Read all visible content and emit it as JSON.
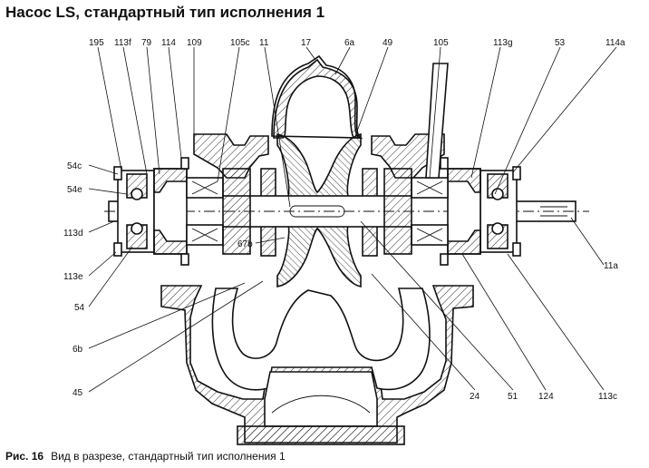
{
  "title": "Насос LS, стандартный тип исполнения 1",
  "caption": {
    "label": "Рис. 16",
    "text": "Вид в разрезе, стандартный тип исполнения 1"
  },
  "callouts": {
    "c195": "195",
    "c113f": "113f",
    "c79": "79",
    "c114": "114",
    "c109": "109",
    "c105c": "105c",
    "c11": "11",
    "c17": "17",
    "c6a": "6a",
    "c49": "49",
    "c105": "105",
    "c113g": "113g",
    "c53": "53",
    "c114a": "114a",
    "c54c": "54c",
    "c54e": "54e",
    "c113d": "113d",
    "c113e": "113e",
    "c54": "54",
    "c6b": "6b",
    "c45": "45",
    "c67b": "67b",
    "c11a": "11a",
    "c24": "24",
    "c51": "51",
    "c124": "124",
    "c113c": "113c"
  }
}
